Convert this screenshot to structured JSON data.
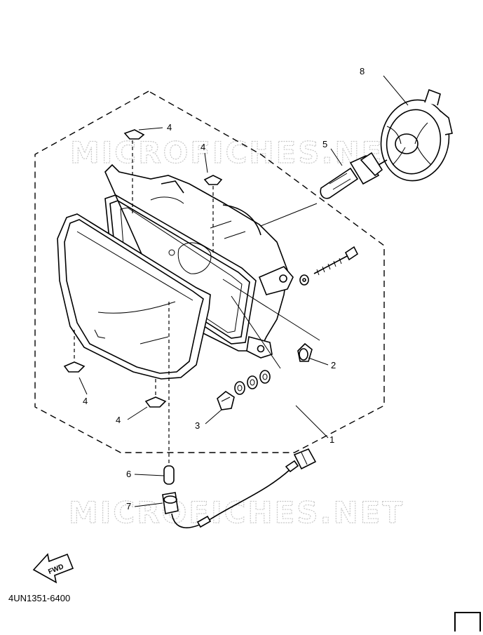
{
  "watermark": {
    "text_top": "MICROFICHES.NET",
    "text_bottom": "MICROFICHES.NET"
  },
  "callouts": [
    {
      "id": "c1",
      "label": "1"
    },
    {
      "id": "c2",
      "label": "2"
    },
    {
      "id": "c3",
      "label": "3"
    },
    {
      "id": "c4a",
      "label": "4"
    },
    {
      "id": "c4b",
      "label": "4"
    },
    {
      "id": "c4c",
      "label": "4"
    },
    {
      "id": "c4d",
      "label": "4"
    },
    {
      "id": "c5",
      "label": "5"
    },
    {
      "id": "c6",
      "label": "6"
    },
    {
      "id": "c7",
      "label": "7"
    },
    {
      "id": "c8",
      "label": "8"
    }
  ],
  "fwd_label": "FWD",
  "part_code": "4UN1351-6400",
  "colors": {
    "ink": "#000000",
    "watermark_outline": "#c8c8c8",
    "background": "#ffffff"
  }
}
